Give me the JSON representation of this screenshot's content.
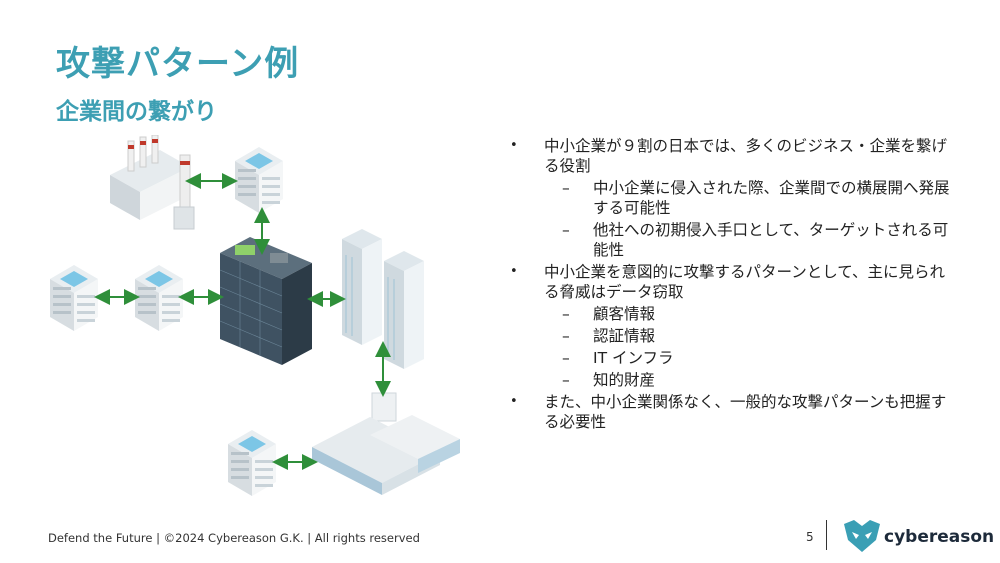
{
  "slide": {
    "title": "攻撃パターン例",
    "subtitle": "企業間の繋がり"
  },
  "bullets": [
    {
      "level": 1,
      "text": "中小企業が９割の日本では、多くのビジネス・企業を繋げる役割"
    },
    {
      "level": 2,
      "text": "中小企業に侵入された際、企業間での横展開へ発展する可能性"
    },
    {
      "level": 2,
      "text": "他社への初期侵入手口として、ターゲットされる可能性"
    },
    {
      "level": 1,
      "text": "中小企業を意図的に攻撃するパターンとして、主に見られる脅威はデータ窃取"
    },
    {
      "level": 2,
      "text": "顧客情報"
    },
    {
      "level": 2,
      "text": "認証情報"
    },
    {
      "level": 2,
      "text": "IT インフラ"
    },
    {
      "level": 2,
      "text": "知的財産"
    },
    {
      "level": 1,
      "text": "また、中小企業関係なく、一般的な攻撃パターンも把握する必要性"
    }
  ],
  "footer": {
    "text": "Defend the Future | ©2024 Cybereason G.K. | All rights reserved",
    "page_number": "5",
    "brand": "cybereason"
  },
  "colors": {
    "accent": "#3d9fb3",
    "arrow": "#2f8f3a"
  }
}
